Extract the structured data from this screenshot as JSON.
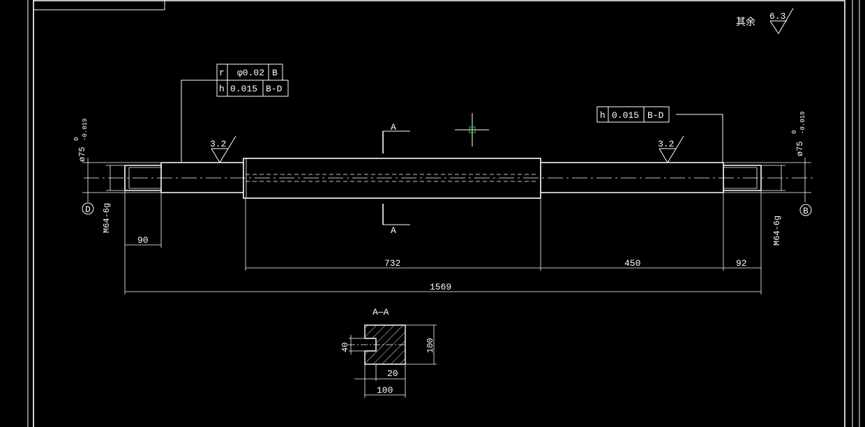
{
  "drawing": {
    "surface_finish_general": {
      "prefix": "其余",
      "value": "6.3"
    },
    "surface_finish_marks": [
      "3.2",
      "3.2"
    ],
    "tolerance_frames": {
      "left": [
        {
          "symbol": "r",
          "value": "φ0.02",
          "datum": "B"
        },
        {
          "symbol": "h",
          "value": "0.015",
          "datum": "B-D"
        }
      ],
      "right": [
        {
          "symbol": "h",
          "value": "0.015",
          "datum": "B-D"
        }
      ]
    },
    "diameter_left": {
      "label": "ø75",
      "upper": "0",
      "lower": "-0.019"
    },
    "diameter_right": {
      "label": "ø75",
      "upper": "0",
      "lower": "-0.019"
    },
    "thread_left": "M64-6g",
    "thread_right": "M64-6g",
    "datum_left": "D",
    "datum_right": "B",
    "section_letter": "A",
    "section_title": "A—A",
    "dimensions": {
      "left_thread": "90",
      "body": "732",
      "right_journal": "450",
      "right_thread": "92",
      "overall": "1569"
    },
    "section_dims": {
      "slot_height": "40",
      "height": "100",
      "slot_depth": "20",
      "width": "100"
    }
  }
}
